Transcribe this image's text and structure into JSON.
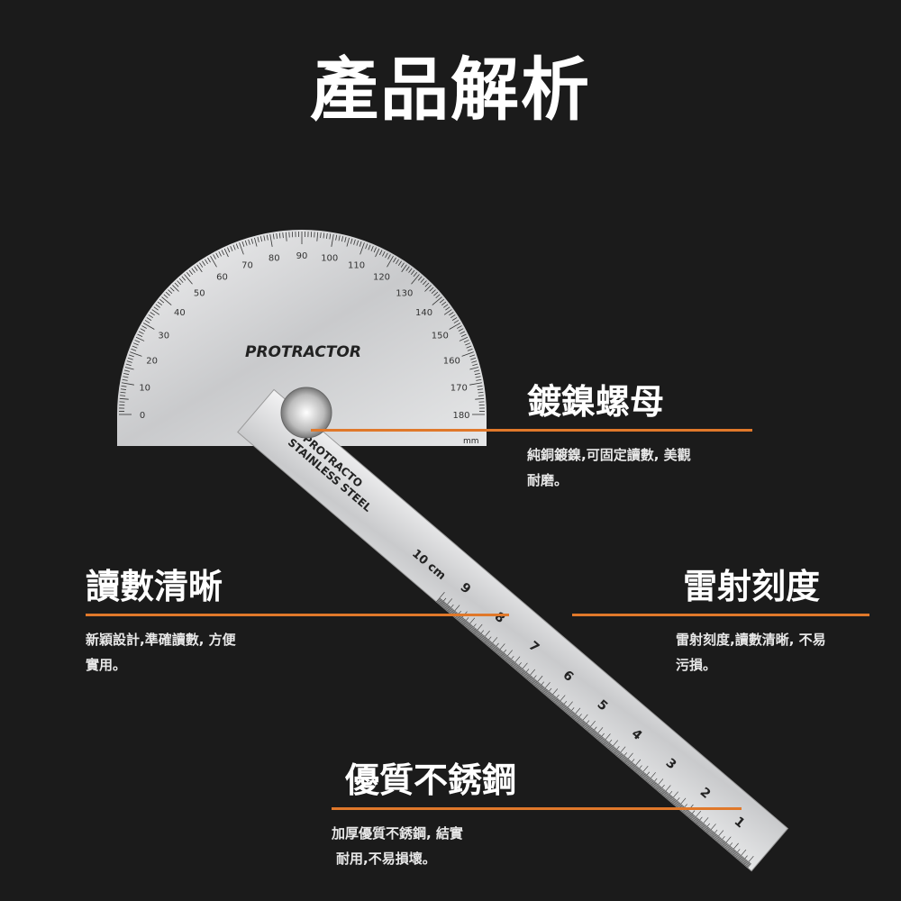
{
  "title": "產品解析",
  "colors": {
    "background": "#1b1b1b",
    "accent": "#e0782a",
    "steel": "#d9dadc"
  },
  "product_lettering": {
    "protractor_label": "PROTRACTOR",
    "arm_label_1": "PROTRACTO",
    "arm_label_2": "STAINLESS STEEL",
    "arm_unit": "10 cm",
    "arm_numbers": [
      "9",
      "8",
      "7",
      "6",
      "5",
      "4",
      "3",
      "2",
      "1"
    ],
    "base_unit": "mm"
  },
  "features": [
    {
      "heading": "鍍鎳螺母",
      "desc_line1": "純銅鍍鎳,可固定讀數, 美觀",
      "desc_line2": "耐磨。"
    },
    {
      "heading": "讀數清晰",
      "desc_line1": "新穎設計,準確讀數, 方便",
      "desc_line2": "實用。"
    },
    {
      "heading": "雷射刻度",
      "desc_line1": "雷射刻度,讀數清晰, 不易",
      "desc_line2": "污損。"
    },
    {
      "heading": "優質不銹鋼",
      "desc_line1": "加厚優質不銹鋼, 結實",
      "desc_line2": "耐用,不易損壞。"
    }
  ]
}
